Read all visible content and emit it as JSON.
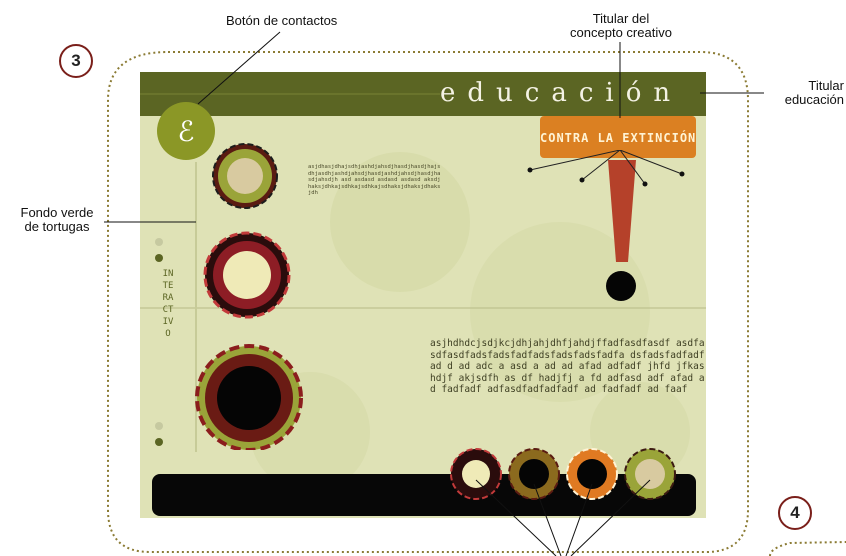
{
  "badges": {
    "left": "3",
    "right": "4"
  },
  "callouts": {
    "contact_button": "Botón de contactos",
    "concept_title": [
      "Titular del",
      "concepto creativo"
    ],
    "education_title": [
      "Titular",
      "educación"
    ],
    "background": [
      "Fondo verde",
      "de tortugas"
    ]
  },
  "mockup": {
    "header_title": "educación",
    "logo_glyph": "ℰ",
    "concept_headline": "CONTRA LA EXTINCIÓN",
    "side_label": "INTERACTIVO",
    "body_text": "asjhdhdcjsdjkcjdhjahjdhfjahdjffadfasdfasdf asdfasdfasdfadsfadsfadfadsfadsfadsfadfa dsfadsfadfadfad d ad adc a asd a ad ad afad adfadf jhfd jfkashdjf akjsdfh as df hadjfj a fd adfasd adf afad a d fadfadf adfasdfadfadfadf ad fadfadf ad faaf",
    "small_text": "asjdhasjdhajsdhjashdjahsdjhasdjhasdjhajsdhjasdhjashdjahsdjhasdjashdjahsdjhasdjhasdjahsdjh asd asdasd asdasd asdasd aksdjhaksjdhkajsdhkajsdhkajsdhaksjdhaksjdhaksjdh",
    "colors": {
      "panel": "#dfe2b6",
      "header": "#5b6523",
      "concept": "#db8022",
      "accent_red": "#b5412a",
      "olive": "#8b9726"
    }
  }
}
